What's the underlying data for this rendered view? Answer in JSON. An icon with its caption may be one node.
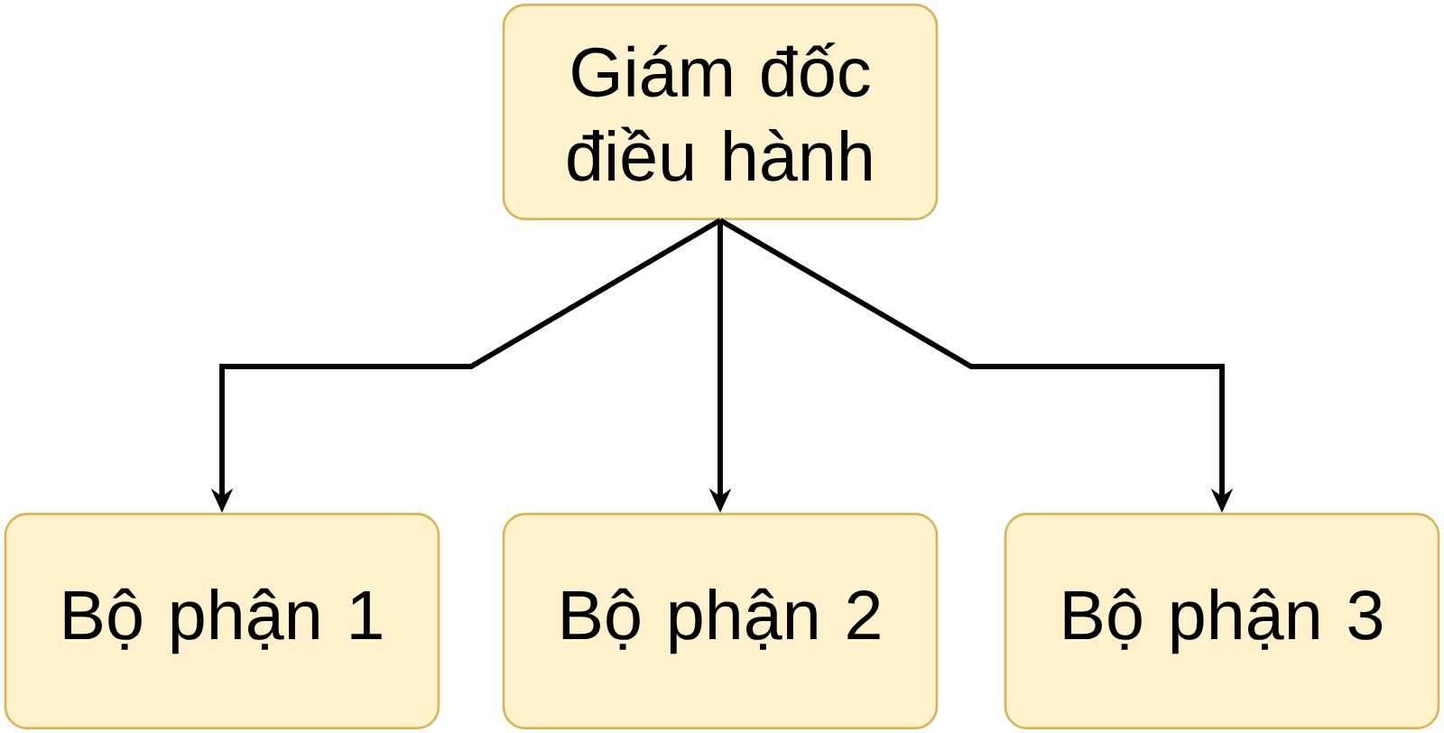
{
  "diagram": {
    "nodes": [
      {
        "text": [
          "Giám đốc điều hành"
        ]
      },
      {
        "text": [
          "Bộ phận 1"
        ]
      },
      {
        "text": [
          "Bộ phận 2"
        ]
      },
      {
        "text": [
          "Bộ phận 3"
        ]
      }
    ],
    "edges": [
      {
        "from": 0,
        "to": 1,
        "arrow": "to"
      },
      {
        "from": 0,
        "to": 2,
        "arrow": "to"
      },
      {
        "from": 0,
        "to": 3,
        "arrow": "to"
      }
    ]
  }
}
